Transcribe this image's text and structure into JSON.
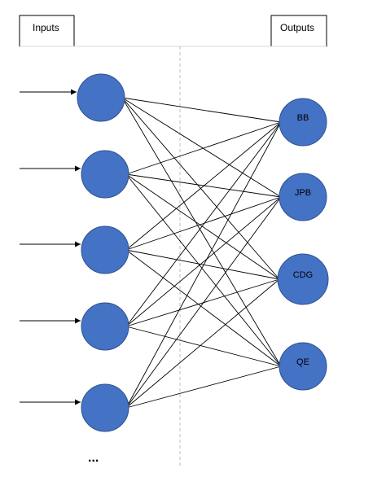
{
  "labels": {
    "inputs": "Inputs",
    "outputs": "Outputs",
    "ellipsis": "..."
  },
  "input_nodes": 5,
  "output_nodes": [
    "BB",
    "JPB",
    "CDG",
    "QE"
  ],
  "colors": {
    "node_fill": "#4472C4",
    "node_stroke": "#2F528F",
    "edge": "#000000",
    "divider": "#BFBFBF"
  }
}
